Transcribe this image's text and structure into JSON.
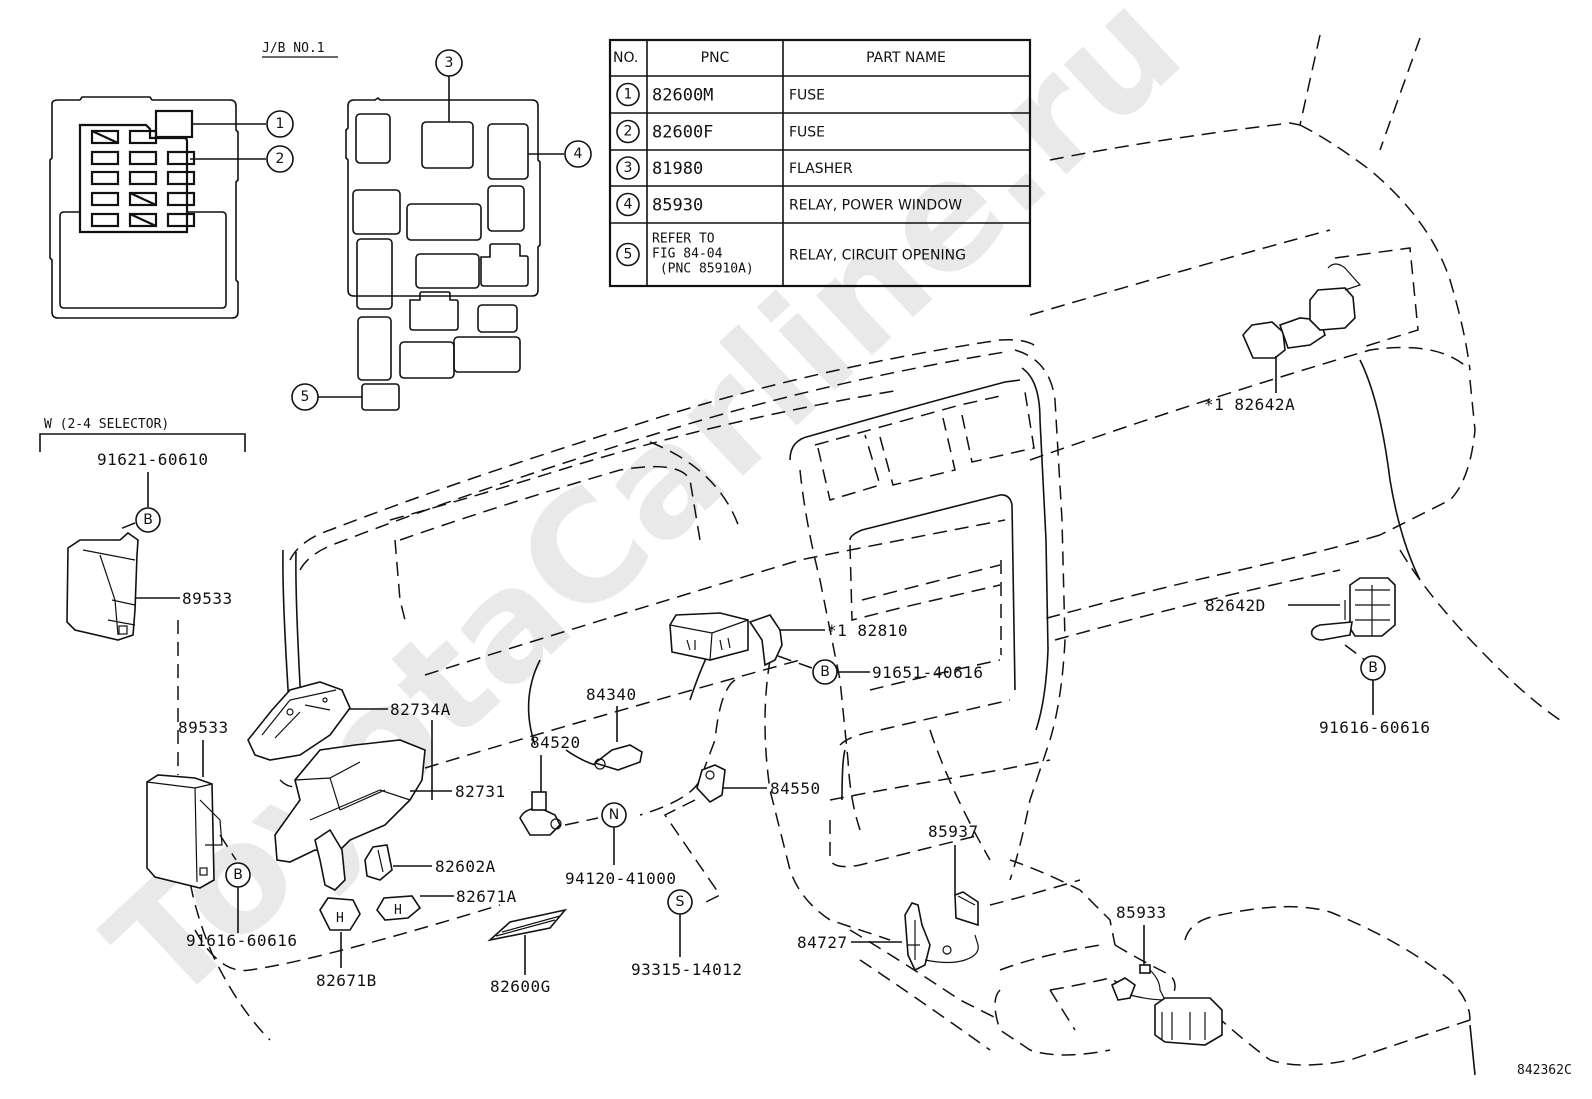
{
  "watermark": "ToyotaCarline.ru",
  "junction_block": {
    "title": "J/B NO.1",
    "callouts": [
      "1",
      "2",
      "3",
      "4",
      "5"
    ]
  },
  "parts_table": {
    "headers": [
      "NO.",
      "PNC",
      "PART NAME"
    ],
    "rows": [
      {
        "no": "1",
        "pnc": [
          "82600M"
        ],
        "name": "FUSE"
      },
      {
        "no": "2",
        "pnc": [
          "82600F"
        ],
        "name": "FUSE"
      },
      {
        "no": "3",
        "pnc": [
          "81980"
        ],
        "name": "FLASHER"
      },
      {
        "no": "4",
        "pnc": [
          "85930"
        ],
        "name": "RELAY, POWER WINDOW"
      },
      {
        "no": "5",
        "pnc": [
          "REFER TO",
          "FIG 84-04",
          " (PNC 85910A)"
        ],
        "name": "RELAY, CIRCUIT OPENING"
      }
    ]
  },
  "selector_group": {
    "title": "W (2-4 SELECTOR)",
    "bolt": "91621-60610",
    "bolt_marker": "B",
    "part": "89533"
  },
  "labels": {
    "p82734A": "82734A",
    "p89533": "89533",
    "p82731": "82731",
    "p82602A": "82602A",
    "p82671A": "82671A",
    "p82671B": "82671B",
    "p82600G": "82600G",
    "p91616_left": "91616-60616",
    "marker_b_left": "B",
    "p84520": "84520",
    "p84340": "84340",
    "p94120": "94120-41000",
    "marker_n": "N",
    "p93315": "93315-14012",
    "marker_s": "S",
    "p84550": "84550",
    "p82810": "*1 82810",
    "p91651": "91651-40616",
    "marker_b_center": "B",
    "p82642A": "*1 82642A",
    "p82642D": "82642D",
    "p91616_right": "91616-60616",
    "marker_b_right": "B",
    "p85937": "85937",
    "p84727": "84727",
    "p85933": "85933"
  },
  "figure_id": "842362C"
}
